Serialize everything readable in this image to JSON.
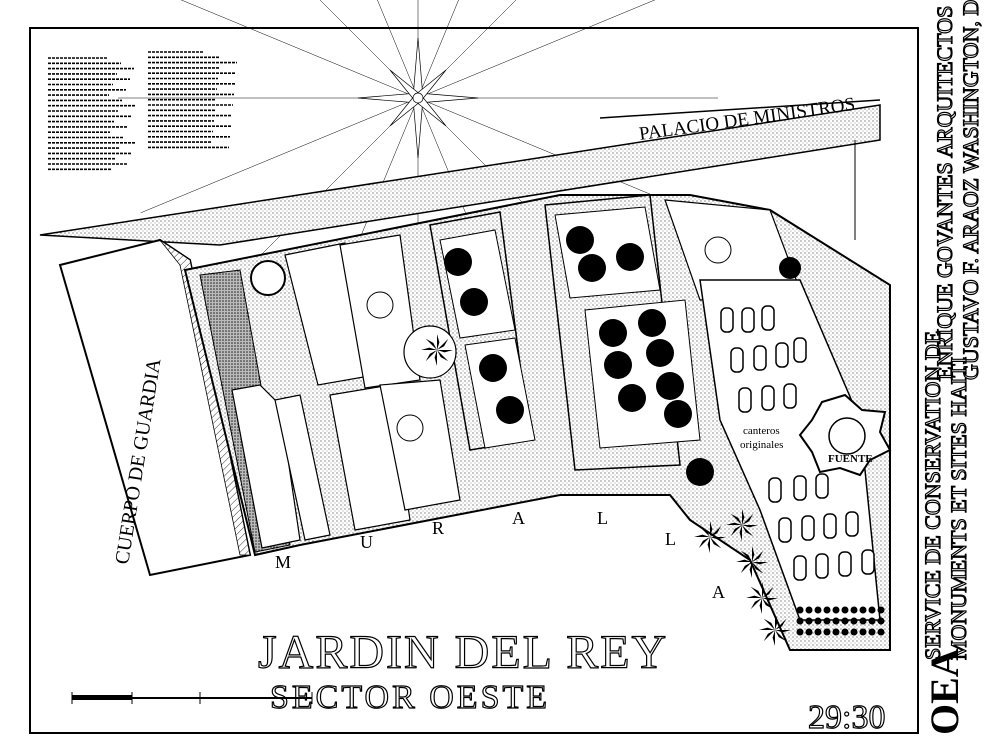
{
  "title": "JARDIN DEL REY",
  "subtitle": "SECTOR OESTE",
  "labels": {
    "palacio": "PALACIO DE MINISTROS",
    "cuerpo": "CUERPO DE GUARDIA",
    "muralla": [
      "M",
      "U",
      "R",
      "A",
      "L",
      "L",
      "A"
    ],
    "canteros": "canteros",
    "originales": "originales",
    "fuente": "FUENTE"
  },
  "credits": {
    "line1": "ENRIQUE GOVANTES ARQUITECTOS",
    "line2": "GUSTAVO F. ARAOZ WASHINGTON, DC",
    "line3": "SERVICE DE CONSERVATION DE",
    "line4": "MONUMENTS ET SITES HAITI",
    "logo": "OEA",
    "sheet": "29:30"
  },
  "colors": {
    "ink": "#000000",
    "paper": "#ffffff",
    "hatch": "#555555"
  }
}
